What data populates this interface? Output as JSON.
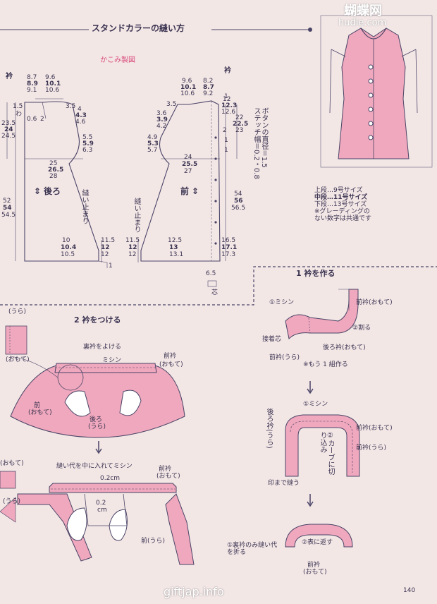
{
  "header": {
    "title": "スタンドカラーの縫い方",
    "logo_text": "蝴蝶网",
    "logo_sub": "hudie.com"
  },
  "pattern": {
    "label": "かこみ製図",
    "back": {
      "collar_label": "衿",
      "neck_a": [
        "8.7",
        "8.9",
        "9.1"
      ],
      "neck_b": [
        "9.6",
        "10.1",
        "10.6"
      ],
      "side_top": [
        "1.5"
      ],
      "side_w": "わ",
      "small": [
        "0.6",
        "2"
      ],
      "shoulder": [
        "3.5",
        "4",
        "4.3",
        "4.6"
      ],
      "armhole": [
        "5.5",
        "5.9",
        "6.3"
      ],
      "height_24": [
        "23.5",
        "24",
        "24.5"
      ],
      "chest": [
        "25",
        "26.5",
        "28"
      ],
      "name": "後ろ",
      "total": [
        "52",
        "54",
        "54.5"
      ],
      "stop": "縫い止まり",
      "hem": [
        "10",
        "10.4",
        "10.5"
      ],
      "slit": [
        "11.5",
        "12",
        "12"
      ],
      "hem_mark": "1"
    },
    "front": {
      "collar_label": "衿",
      "neck_a": [
        "9.6",
        "10.1",
        "10.6"
      ],
      "neck_b": [
        "8.2",
        "8.7",
        "9.2"
      ],
      "shoulder": [
        "3.5"
      ],
      "shoulder2": [
        "3.6",
        "3.9",
        "4.2"
      ],
      "armhole": [
        "4.9",
        "5.3",
        "5.7"
      ],
      "chest": [
        "24",
        "25.5",
        "27"
      ],
      "name": "前",
      "stop": "縫い止まり",
      "neck_side": [
        "12",
        "12.3",
        "12.6"
      ],
      "top_marks": [
        "1",
        "2",
        "1",
        "1"
      ],
      "length": [
        "22",
        "22.5",
        "23"
      ],
      "slit": [
        "11.5",
        "12",
        "12"
      ],
      "hem": [
        "12.5",
        "13",
        "13.1"
      ],
      "side": [
        "54",
        "56",
        "56.5"
      ],
      "bottom": [
        "16.5",
        "17.1",
        "17.3"
      ],
      "small": [
        "6.5"
      ],
      "core": "芯"
    },
    "button_note": "ボタンの直径＝1.5\nステッチ幅＝0.2・0.8"
  },
  "sizes": {
    "lines": [
      "上段…9号サイズ",
      "中段…11号サイズ",
      "下段…13号サイズ",
      "※グレーディングの",
      "ない数字は共通です"
    ]
  },
  "step1": {
    "title": "1 衿を作る",
    "labels": [
      "①ミシン",
      "前衿(おもて)",
      "②割る",
      "接着芯",
      "後ろ衿(おもて)",
      "前衿(うら)",
      "※もう 1 組作る"
    ],
    "labels2": [
      "①ミシン",
      "後ろ衿(うら)",
      "前衿(おもて)",
      "②カーブに切り込み",
      "前衿(うら)",
      "印まで縫う"
    ],
    "labels3": [
      "①裏衿のみ縫い代を折る",
      "②表に返す",
      "前衿",
      "(おもて)"
    ]
  },
  "step2": {
    "title": "2 衿をつける",
    "labels": [
      "(うら)",
      "(おもて)",
      "裏衿をよける",
      "ミシン",
      "前衿",
      "(おもて)",
      "前",
      "(おもて)",
      "後ろ",
      "(うら)"
    ],
    "labels2": [
      "(おもて)",
      "縫い代を中に入れてミシン",
      "0.2cm",
      "前衿",
      "(おもて)",
      "0.2",
      "cm",
      "(うら)",
      "前(うら)"
    ]
  },
  "footer": {
    "site": "giftjap.info",
    "page": "140"
  },
  "colors": {
    "bg": "#f3e7e6",
    "pink": "#efa8bd",
    "line": "#4a4466",
    "accent": "#d84a7a"
  }
}
